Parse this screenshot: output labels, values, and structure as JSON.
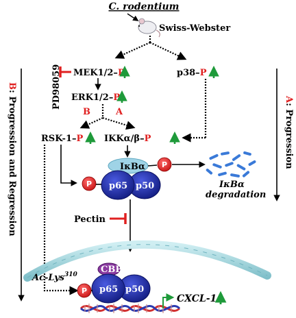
{
  "organism": "C. rodentium",
  "mouse_strain": "Swiss-Webster",
  "inhibitor": "PD98059",
  "inhibitor2": "Pectin",
  "mek": "MEK1/2–",
  "erk": "ERK1/2–",
  "p38": "p38–",
  "rsk": "RSK-1–",
  "ikk": "IKKα/β–",
  "p_mark": "P",
  "path_b": "B",
  "path_a": "A",
  "ikba": "IκBα",
  "ikba_deg_1": "IκBα",
  "ikba_deg_2": "degradation",
  "p65": "p65",
  "p50": "p50",
  "cbp": "CBP",
  "ac_lys": "Ac-Lys",
  "ac_lys_sup": "310",
  "gene": "CXCL-1",
  "side_a_letter": "A",
  "side_a_rest": ": Progression",
  "side_b_letter": "B",
  "side_b_rest": ": Progression and Regression",
  "colors": {
    "red": "#e02020",
    "green_arrow": "#1e9a3a",
    "nfkb_blue": "#1c2aa0",
    "ikba_cyan": "#9fd3e6",
    "cbp_purple": "#8a3aa0",
    "membrane": "#9ccfd6",
    "dna_red": "#d23030",
    "dna_blue": "#2a3ab0"
  }
}
